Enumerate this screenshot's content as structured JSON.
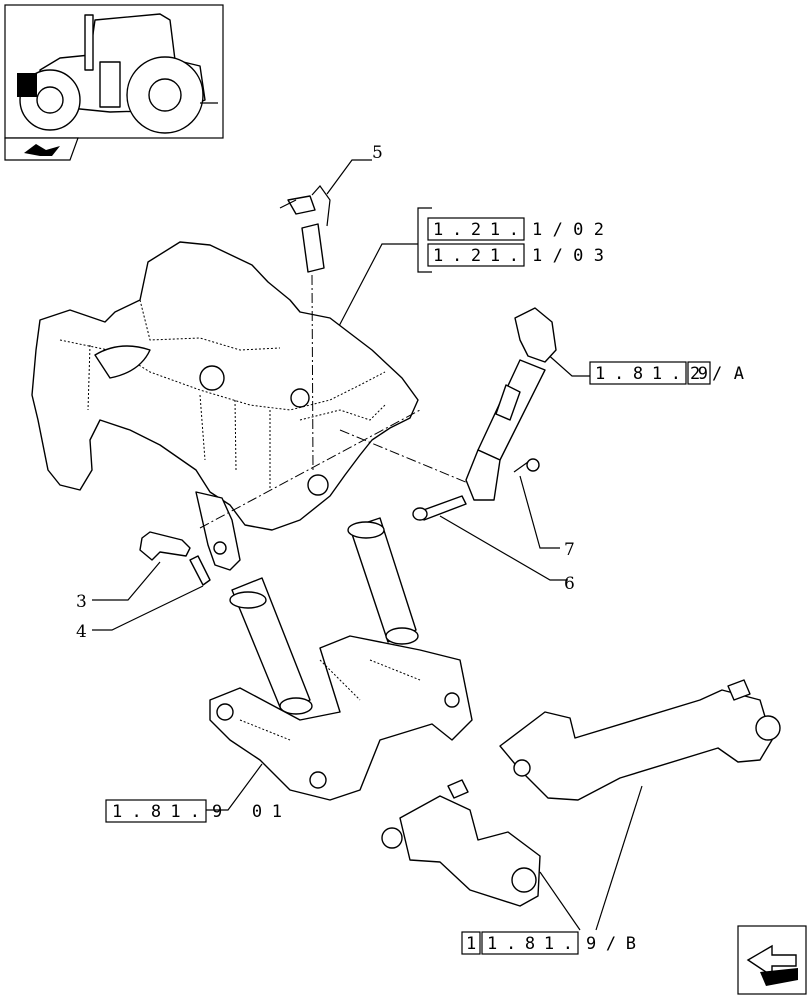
{
  "refs": {
    "r1": {
      "boxed": "1.21.",
      "rest": "1/02"
    },
    "r2": {
      "boxed": "1.21.",
      "rest": "1/03"
    },
    "r3": {
      "boxed": "1.81.",
      "boxed2": "29",
      "rest": "/A"
    },
    "r4": {
      "boxed": "1.81.",
      "rest": "9 01"
    },
    "r5": {
      "boxed0": "1",
      "boxed": "1.81.",
      "rest": "9/B"
    }
  },
  "callouts": {
    "c3": "3",
    "c4": "4",
    "c5": "5",
    "c6": "6",
    "c7": "7"
  },
  "icons": {
    "thumbnail": "tractor-thumbnail-icon",
    "back": "back-arrow-icon",
    "next": "next-page-arrow-icon"
  },
  "colors": {
    "ink": "#000000",
    "paper": "#ffffff"
  }
}
